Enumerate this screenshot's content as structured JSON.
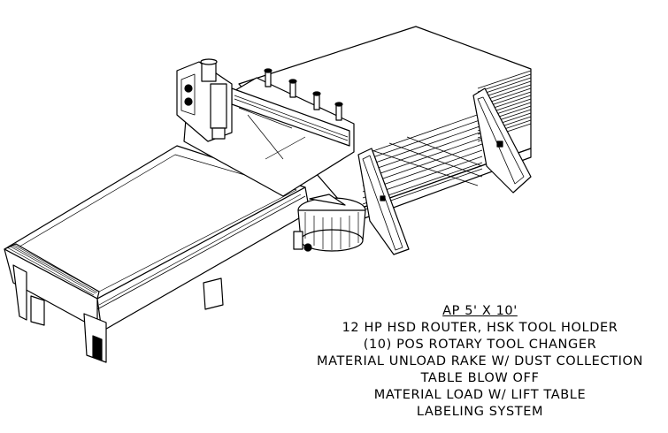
{
  "specs": {
    "title": "AP 5' X 10'",
    "lines": [
      "12 HP HSD ROUTER, HSK TOOL HOLDER",
      "(10) POS ROTARY TOOL CHANGER",
      "MATERIAL UNLOAD RAKE W/ DUST COLLECTION",
      "TABLE BLOW OFF",
      "MATERIAL LOAD W/ LIFT TABLE",
      "LABELING SYSTEM"
    ]
  }
}
